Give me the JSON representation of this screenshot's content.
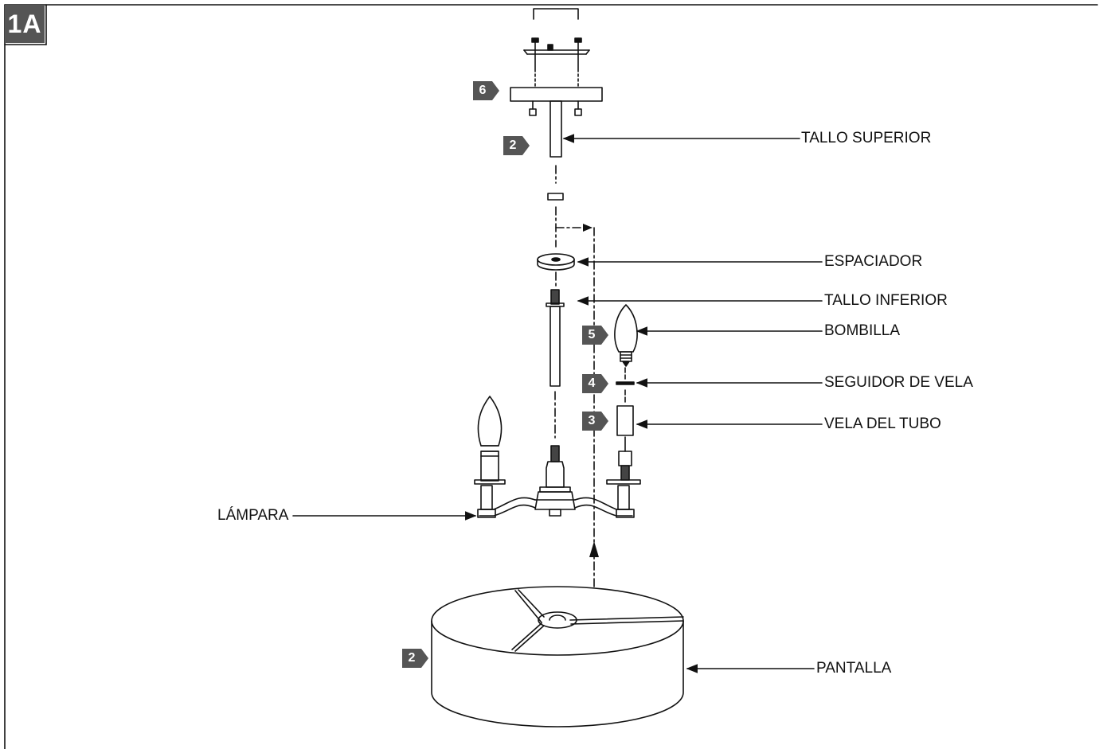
{
  "figure_tag": "1A",
  "labels": {
    "tallo_superior": "TALLO SUPERIOR",
    "espaciador": "ESPACIADOR",
    "tallo_inferior": "TALLO INFERIOR",
    "bombilla": "BOMBILLA",
    "seguidor_de_vela": "SEGUIDOR DE VELA",
    "vela_del_tubo": "VELA DEL TUBO",
    "lampara": "LÁMPARA",
    "pantalla": "PANTALLA"
  },
  "steps": {
    "canopy": "6",
    "upper_stem": "2",
    "bulb": "5",
    "candle_follower": "4",
    "candle_tube": "3",
    "shade": "2"
  },
  "colors": {
    "badge": "#555555",
    "line": "#111111"
  }
}
